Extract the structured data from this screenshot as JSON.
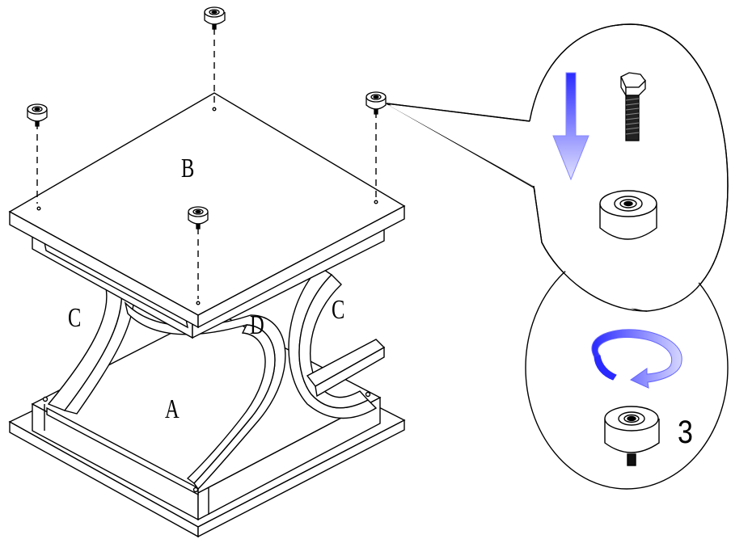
{
  "labels": {
    "top_panel": "B",
    "base_panel": "A",
    "left_leg": "C",
    "right_leg": "C",
    "middle_leg": "D"
  },
  "step_number": "3",
  "colors": {
    "line": "#000000",
    "arrow_blue_dark": "#2a2aff",
    "arrow_blue_light": "#d6d6ff"
  },
  "icons": {
    "bolt": "hex-bolt-icon",
    "glide": "floor-glide-icon",
    "down_arrow": "arrow-down-icon",
    "rotate_arrow": "rotate-clockwise-icon"
  }
}
